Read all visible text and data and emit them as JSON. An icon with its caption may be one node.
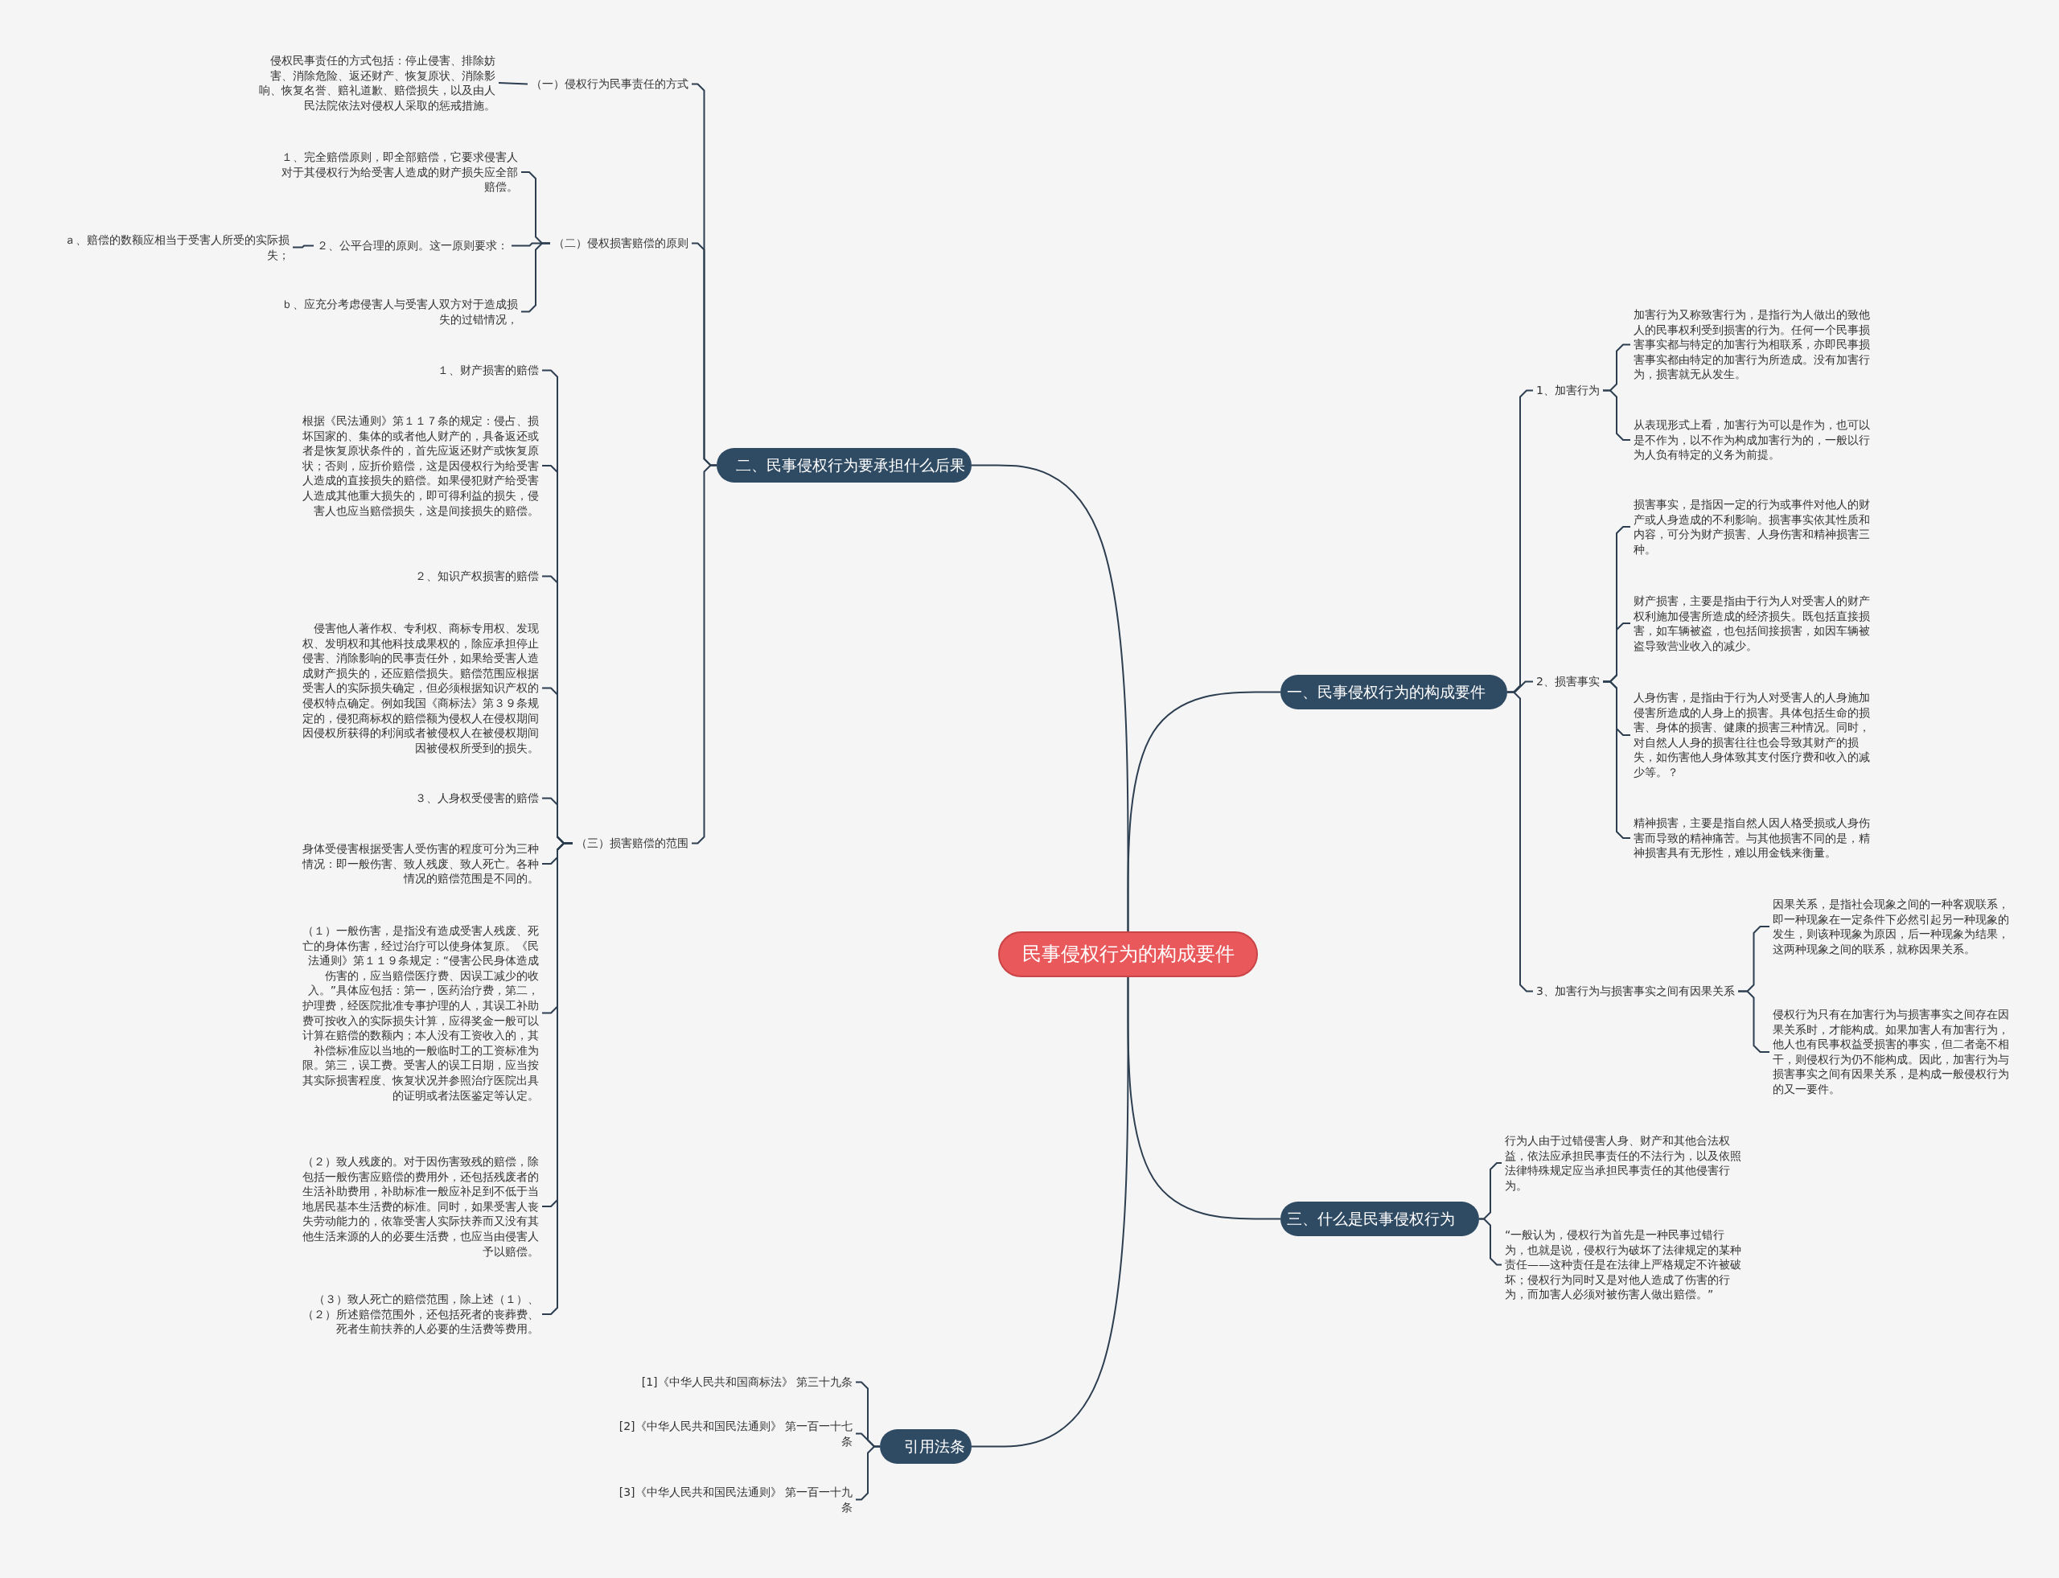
{
  "diagram": {
    "nodes": [
      {
        "text": [
          "民事侵权行为的构成要件"
        ]
      },
      {
        "text": [
          "一、民事侵权行为的构成要件"
        ]
      },
      {
        "text": [
          "1、加害行为"
        ]
      },
      {
        "text": [
          "加害行为又称致害行为，是指行为人做出的致他人的民事权利受到损害的行为。任何一个民事损害事实都与特定的加害行为相联系，亦即民事损害事实都由特定的加害行为所造成。没有加害行为，损害就无从发生。"
        ]
      },
      {
        "text": [
          "从表现形式上看，加害行为可以是作为，也可以是不作为，以不作为构成加害行为的，一般以行为人负有特定的义务为前提。"
        ]
      },
      {
        "text": [
          "2、损害事实"
        ]
      },
      {
        "text": [
          "损害事实，是指因一定的行为或事件对他人的财产或人身造成的不利影响。损害事实依其性质和内容，可分为财产损害、人身伤害和精神损害三种。"
        ]
      },
      {
        "text": [
          "财产损害，主要是指由于行为人对受害人的财产权利施加侵害所造成的经济损失。既包括直接损害，如车辆被盗，也包括间接损害，如因车辆被盗导致营业收入的减少。"
        ]
      },
      {
        "text": [
          "人身伤害，是指由于行为人对受害人的人身施加侵害所造成的人身上的损害。具体包括生命的损害、身体的损害、健康的损害三种情况。同时，对自然人人身的损害往往也会导致其财产的损失，如伤害他人身体致其支付医疗费和收入的减少等。？"
        ]
      },
      {
        "text": [
          "精神损害，主要是指自然人因人格受损或人身伤害而导致的精神痛苦。与其他损害不同的是，精神损害具有无形性，难以用金钱来衡量。"
        ]
      },
      {
        "text": [
          "3、加害行为与损害事实之间有因果关系"
        ]
      },
      {
        "text": [
          "因果关系，是指社会现象之间的一种客观联系，即一种现象在一定条件下必然引起另一种现象的发生，则该种现象为原因，后一种现象为结果，这两种现象之间的联系，就称因果关系。"
        ]
      },
      {
        "text": [
          "侵权行为只有在加害行为与损害事实之间存在因果关系时，才能构成。如果加害人有加害行为，他人也有民事权益受损害的事实，但二者毫不相干，则侵权行为仍不能构成。因此，加害行为与损害事实之间有因果关系，是构成一般侵权行为的又一要件。"
        ]
      },
      {
        "text": [
          "二、民事侵权行为要承担什么后果"
        ]
      },
      {
        "text": [
          "（一）侵权行为民事责任的方式"
        ]
      },
      {
        "text": [
          "侵权民事责任的方式包括：停止侵害、排除妨害、消除危险、返还财产、恢复原状、消除影响、恢复名誉、赔礼道歉、赔偿损失，以及由人民法院依法对侵权人采取的惩戒措施。"
        ]
      },
      {
        "text": [
          "（二）侵权损害赔偿的原则"
        ]
      },
      {
        "text": [
          "１、完全赔偿原则，即全部赔偿，它要求侵害人对于其侵权行为给受害人造成的财产损失应全部赔偿。"
        ]
      },
      {
        "text": [
          "２、公平合理的原则。这一原则要求："
        ]
      },
      {
        "text": [
          "ａ、赔偿的数额应相当于受害人所受的实际损失；"
        ]
      },
      {
        "text": [
          "ｂ、应充分考虑侵害人与受害人双方对于造成损失的过错情况，"
        ]
      },
      {
        "text": [
          "（三）损害赔偿的范围"
        ]
      },
      {
        "text": [
          "１、财产损害的赔偿"
        ]
      },
      {
        "text": [
          "根据《民法通则》第１１７条的规定：侵占、损坏国家的、集体的或者他人财产的，具备返还或者是恢复原状条件的，首先应返还财产或恢复原状；否则，应折价赔偿，这是因侵权行为给受害人造成的直接损失的赔偿。如果侵犯财产给受害人造成其他重大损失的，即可得利益的损失，侵害人也应当赔偿损失，这是间接损失的赔偿。"
        ]
      },
      {
        "text": [
          "２、知识产权损害的赔偿"
        ]
      },
      {
        "text": [
          "侵害他人著作权、专利权、商标专用权、发现权、发明权和其他科技成果权的，除应承担停止侵害、消除影响的民事责任外，如果给受害人造成财产损失的，还应赔偿损失。赔偿范围应根据受害人的实际损失确定，但必须根据知识产权的侵权特点确定。例如我国《商标法》第３９条规定的，侵犯商标权的赔偿额为侵权人在侵权期间因侵权所获得的利润或者被侵权人在被侵权期间因被侵权所受到的损失。"
        ]
      },
      {
        "text": [
          "３、人身权受侵害的赔偿"
        ]
      },
      {
        "text": [
          "身体受侵害根据受害人受伤害的程度可分为三种情况：即一般伤害、致人残废、致人死亡。各种情况的赔偿范围是不同的。"
        ]
      },
      {
        "text": [
          "（１）一般伤害，是指没有造成受害人残废、死亡的身体伤害，经过治疗可以使身体复原。《民法通则》第１１９条规定：“侵害公民身体造成伤害的，应当赔偿医疗费、因误工减少的收入。”具体应包括：第一，医药治疗费，第二，护理费，经医院批准专事护理的人，其误工补助费可按收入的实际损失计算，应得奖金一般可以计算在赔偿的数额内；本人没有工资收入的，其补偿标准应以当地的一般临时工的工资标准为限。第三，误工费。受害人的误工日期，应当按其实际损害程度、恢复状况并参照治疗医院出具的证明或者法医鉴定等认定。"
        ]
      },
      {
        "text": [
          "（２）致人残废的。对于因伤害致残的赔偿，除包括一般伤害应赔偿的费用外，还包括残废者的生活补助费用，补助标准一般应补足到不低于当地居民基本生活费的标准。同时，如果受害人丧失劳动能力的，依靠受害人实际扶养而又没有其他生活来源的人的必要生活费，也应当由侵害人予以赔偿。"
        ]
      },
      {
        "text": [
          "（３）致人死亡的赔偿范围，除上述（１）、（２）所述赔偿范围外，还包括死者的丧葬费、死者生前扶养的人必要的生活费等费用。"
        ]
      },
      {
        "text": [
          "三、什么是民事侵权行为"
        ]
      },
      {
        "text": [
          "行为人由于过错侵害人身、财产和其他合法权益，依法应承担民事责任的不法行为，以及依照法律特殊规定应当承担民事责任的其他侵害行为。"
        ]
      },
      {
        "text": [
          "“一般认为，侵权行为首先是一种民事过错行为，也就是说，侵权行为破坏了法律规定的某种责任——这种责任是在法律上严格规定不许被破坏；侵权行为同时又是对他人造成了伤害的行为，而加害人必须对被伤害人做出赔偿。”"
        ]
      },
      {
        "text": [
          "引用法条"
        ]
      },
      {
        "text": [
          "[1]《中华人民共和国商标法》 第三十九条"
        ]
      },
      {
        "text": [
          "[2]《中华人民共和国民法通则》 第一百一十七条"
        ]
      },
      {
        "text": [
          "[3]《中华人民共和国民法通则》 第一百一十九条"
        ]
      }
    ],
    "edges": [
      {
        "from": 0,
        "to": 1,
        "arrow": "none"
      },
      {
        "from": 1,
        "to": 2,
        "arrow": "none"
      },
      {
        "from": 2,
        "to": 3,
        "arrow": "none"
      },
      {
        "from": 2,
        "to": 4,
        "arrow": "none"
      },
      {
        "from": 1,
        "to": 5,
        "arrow": "none"
      },
      {
        "from": 5,
        "to": 6,
        "arrow": "none"
      },
      {
        "from": 5,
        "to": 7,
        "arrow": "none"
      },
      {
        "from": 5,
        "to": 8,
        "arrow": "none"
      },
      {
        "from": 5,
        "to": 9,
        "arrow": "none"
      },
      {
        "from": 1,
        "to": 10,
        "arrow": "none"
      },
      {
        "from": 10,
        "to": 11,
        "arrow": "none"
      },
      {
        "from": 10,
        "to": 12,
        "arrow": "none"
      },
      {
        "from": 0,
        "to": 13,
        "arrow": "none"
      },
      {
        "from": 13,
        "to": 14,
        "arrow": "none"
      },
      {
        "from": 14,
        "to": 15,
        "arrow": "none"
      },
      {
        "from": 13,
        "to": 16,
        "arrow": "none"
      },
      {
        "from": 16,
        "to": 17,
        "arrow": "none"
      },
      {
        "from": 16,
        "to": 18,
        "arrow": "none"
      },
      {
        "from": 18,
        "to": 19,
        "arrow": "none"
      },
      {
        "from": 16,
        "to": 20,
        "arrow": "none"
      },
      {
        "from": 13,
        "to": 21,
        "arrow": "none"
      },
      {
        "from": 21,
        "to": 22,
        "arrow": "none"
      },
      {
        "from": 21,
        "to": 23,
        "arrow": "none"
      },
      {
        "from": 21,
        "to": 24,
        "arrow": "none"
      },
      {
        "from": 21,
        "to": 25,
        "arrow": "none"
      },
      {
        "from": 21,
        "to": 26,
        "arrow": "none"
      },
      {
        "from": 21,
        "to": 27,
        "arrow": "none"
      },
      {
        "from": 21,
        "to": 28,
        "arrow": "none"
      },
      {
        "from": 21,
        "to": 29,
        "arrow": "none"
      },
      {
        "from": 21,
        "to": 30,
        "arrow": "none"
      },
      {
        "from": 0,
        "to": 31,
        "arrow": "none"
      },
      {
        "from": 31,
        "to": 32,
        "arrow": "none"
      },
      {
        "from": 31,
        "to": 33,
        "arrow": "none"
      },
      {
        "from": 0,
        "to": 34,
        "arrow": "none"
      },
      {
        "from": 34,
        "to": 35,
        "arrow": "none"
      },
      {
        "from": 34,
        "to": 36,
        "arrow": "none"
      },
      {
        "from": 34,
        "to": 37,
        "arrow": "none"
      }
    ]
  }
}
